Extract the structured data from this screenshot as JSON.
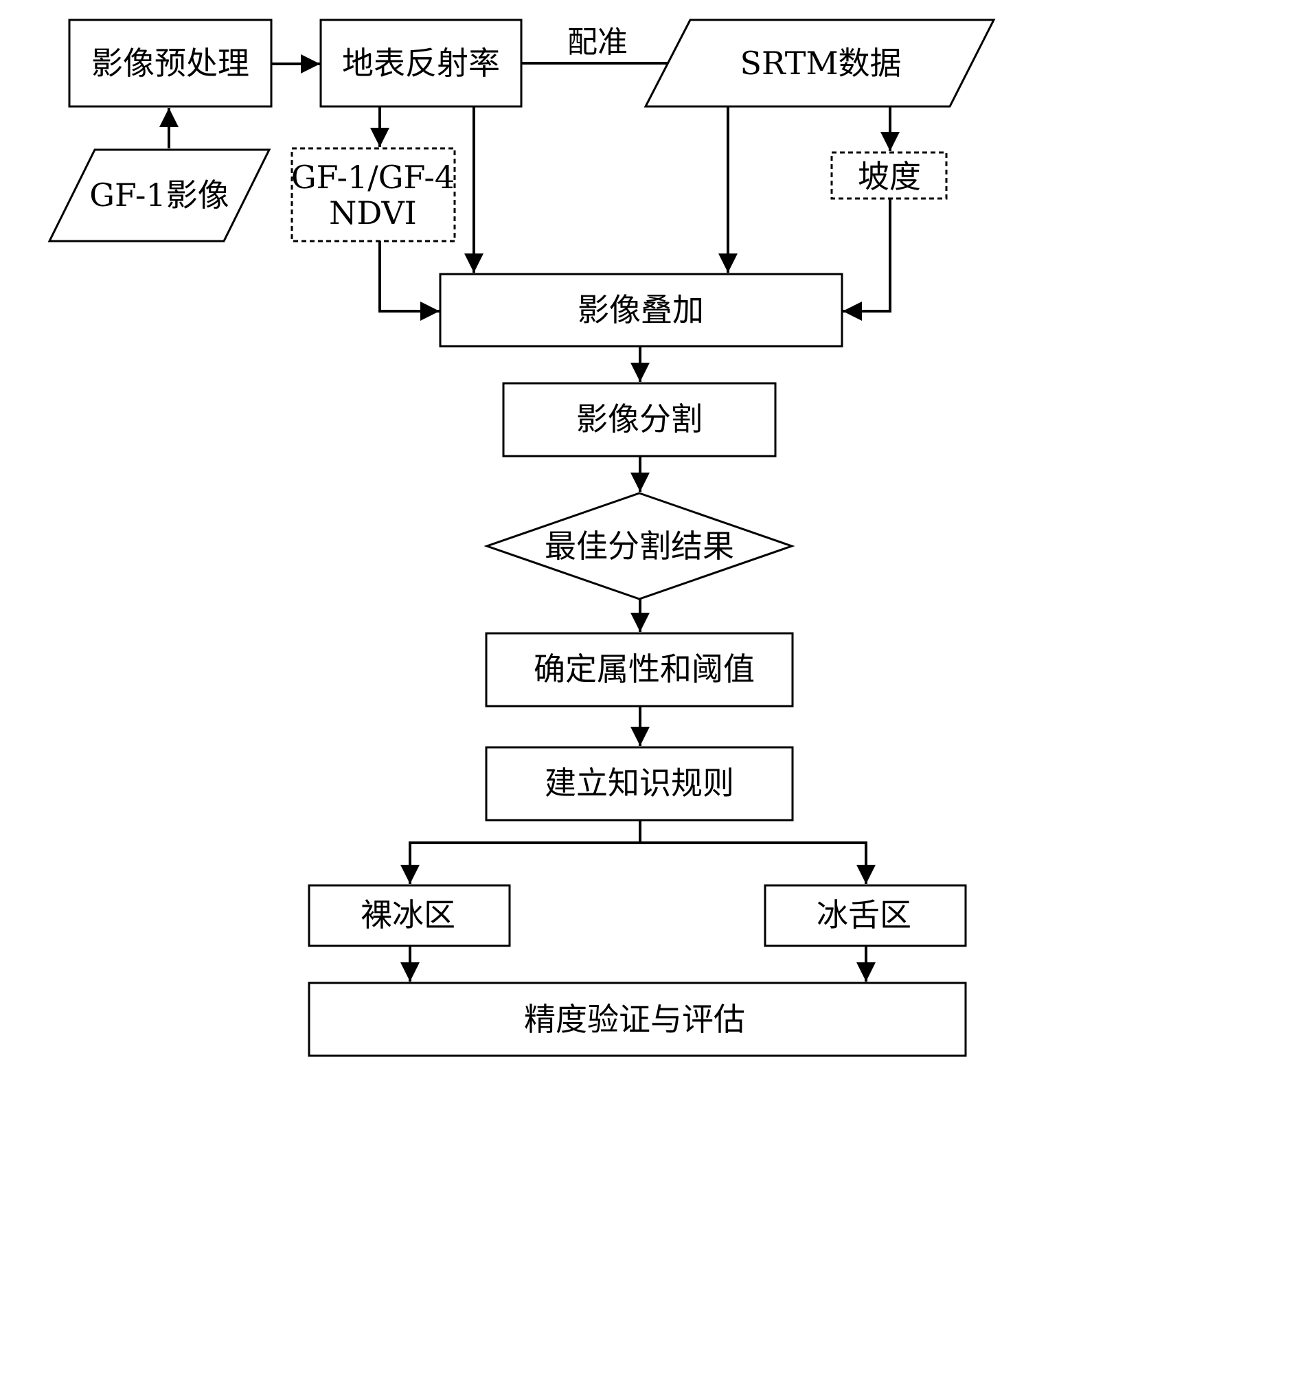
{
  "nodes": {
    "preprocess": "影像预处理",
    "gf1_image": "GF-1影像",
    "reflectance": "地表反射率",
    "srtm": "SRTM数据",
    "ndvi_line1": "GF-1/GF-4",
    "ndvi_line2": "NDVI",
    "slope": "坡度",
    "overlay": "影像叠加",
    "segmentation": "影像分割",
    "best_segmentation": "最佳分割结果",
    "attributes_threshold": "确定属性和阈值",
    "knowledge_rules": "建立知识规则",
    "bare_ice": "裸冰区",
    "ice_tongue": "冰舌区",
    "accuracy": "精度验证与评估"
  },
  "edge_labels": {
    "registration": "配准"
  }
}
